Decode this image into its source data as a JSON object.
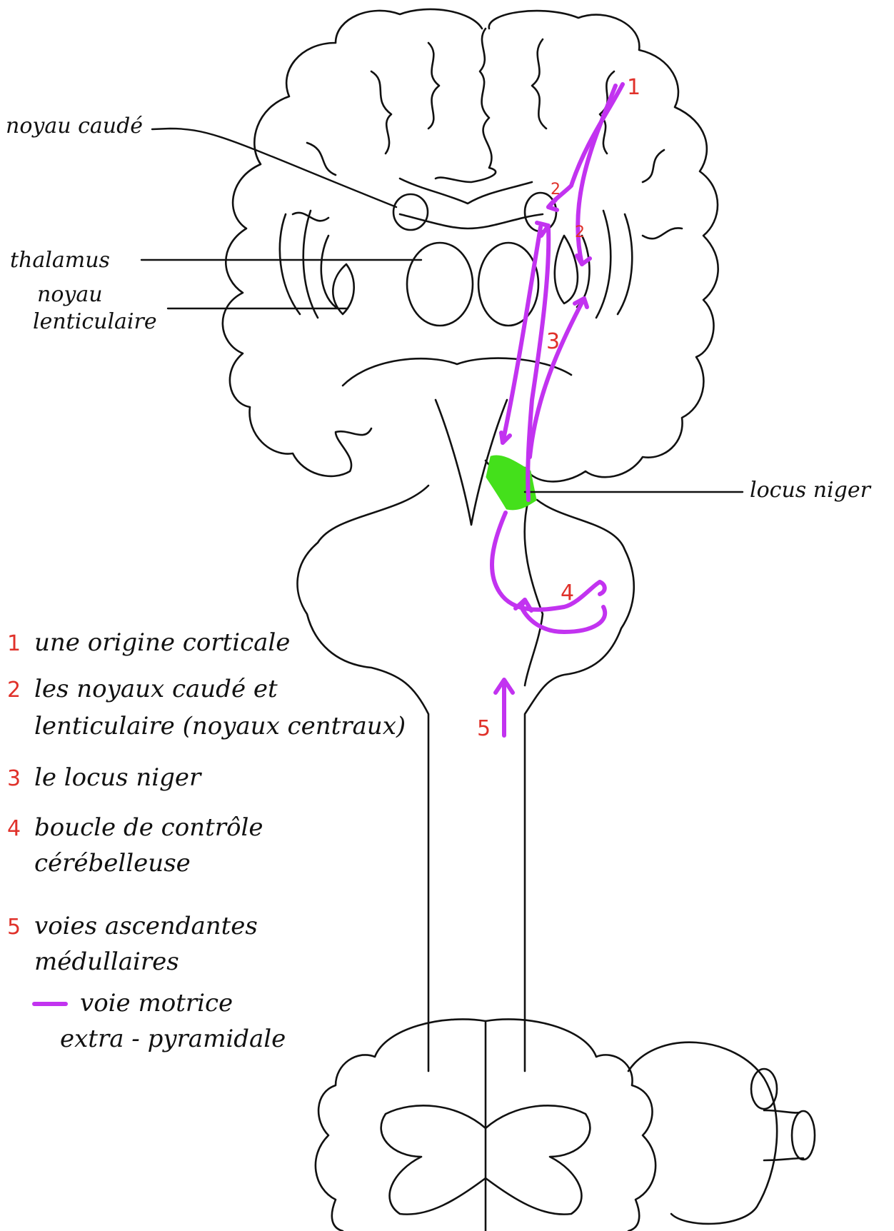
{
  "colors": {
    "outline": "#111111",
    "pathway": "#c233f0",
    "number": "#e0312a",
    "locus_niger": "#44e01b"
  },
  "labels": {
    "caudate": "noyau caudé",
    "thalamus": "thalamus",
    "lenticular_1": "noyau",
    "lenticular_2": "lenticulaire",
    "locus_niger": "locus niger"
  },
  "path_numbers": [
    "1",
    "2",
    "2",
    "3",
    "4",
    "5"
  ],
  "legend": [
    {
      "number": "1",
      "lines": [
        "une origine corticale"
      ]
    },
    {
      "number": "2",
      "lines": [
        "les noyaux caudé et",
        "lenticulaire (noyaux centraux)"
      ]
    },
    {
      "number": "3",
      "lines": [
        "le locus niger"
      ]
    },
    {
      "number": "4",
      "lines": [
        "boucle de contrôle",
        "cérébelleuse"
      ]
    },
    {
      "number": "5",
      "lines": [
        "voies ascendantes",
        "médullaires"
      ]
    }
  ],
  "line_legend": {
    "lines": [
      "voie motrice",
      "extra - pyramidale"
    ]
  }
}
